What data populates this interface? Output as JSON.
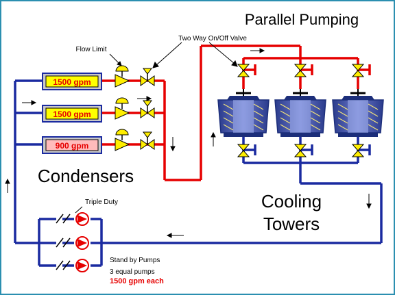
{
  "title": "Parallel Pumping",
  "labels": {
    "flow_limit": "Flow Limit",
    "two_way_valve": "Two Way On/Off Valve",
    "condensers": "Condensers",
    "cooling": "Cooling",
    "towers": "Towers",
    "triple_duty": "Triple Duty",
    "standby_pumps": "Stand by Pumps",
    "equal_pumps": "3 equal pumps",
    "gpm_each": "1500 gpm each"
  },
  "condensers": [
    {
      "flow": "1500 gpm",
      "fill": "#ffff00"
    },
    {
      "flow": "1500 gpm",
      "fill": "#ffff00"
    },
    {
      "flow": "900 gpm",
      "fill": "#ffbbbb"
    }
  ],
  "colors": {
    "supply_pipe": "#e60000",
    "return_pipe": "#1a2aa0",
    "valve": "#ffee00",
    "tower_body": "#1c2e7a",
    "border": "#2b8fb0"
  }
}
